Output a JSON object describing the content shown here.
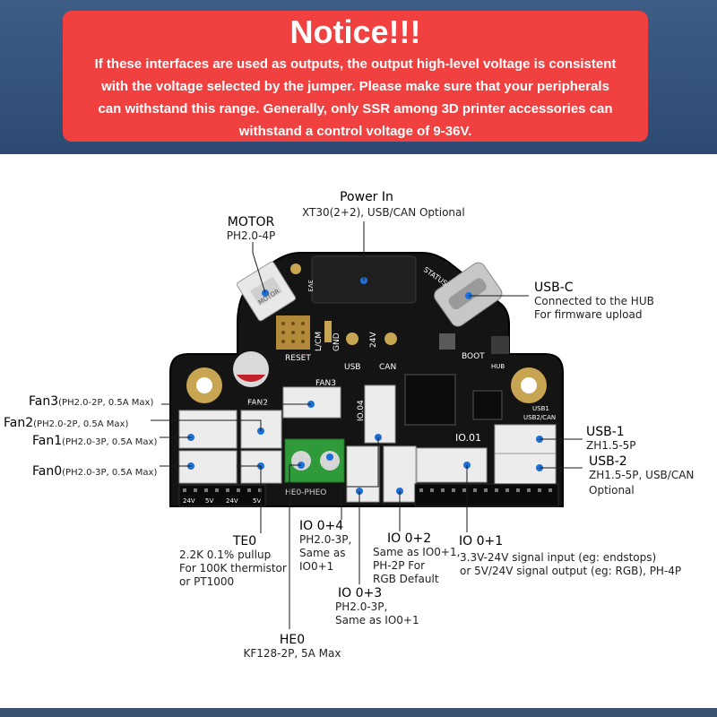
{
  "notice": {
    "title": "Notice!!!",
    "lines": [
      "If these interfaces are used as outputs, the output high-level voltage is consistent",
      "with the voltage selected by the jumper. Please make sure that your peripherals",
      "can withstand this range. Generally, only SSR among 3D printer accessories can",
      "withstand a control voltage of 9-36V."
    ]
  },
  "colors": {
    "notice_bg": "#f04040",
    "band": "#3d5d86",
    "board": "#141414",
    "pin": "#1d6fd6"
  },
  "labels": {
    "power_in": {
      "title": "Power In",
      "desc": "XT30(2+2), USB/CAN Optional"
    },
    "motor": {
      "title": "MOTOR",
      "desc": "PH2.0-4P"
    },
    "usbc": {
      "title": "USB-C",
      "desc1": "Connected to the HUB",
      "desc2": "For firmware upload"
    },
    "fan3": {
      "title": "Fan3",
      "desc": "(PH2.0-2P, 0.5A Max)"
    },
    "fan2": {
      "title": "Fan2",
      "desc": "(PH2.0-2P, 0.5A Max)"
    },
    "fan1": {
      "title": "Fan1",
      "desc": "(PH2.0-3P, 0.5A Max)"
    },
    "fan0": {
      "title": "Fan0",
      "desc": "(PH2.0-3P, 0.5A Max)"
    },
    "usb1": {
      "title": "USB-1",
      "desc": "ZH1.5-5P"
    },
    "usb2": {
      "title": "USB-2",
      "desc1": "ZH1.5-5P, USB/CAN",
      "desc2": "Optional"
    },
    "te0": {
      "title": "TE0",
      "desc1": "2.2K 0.1% pullup",
      "desc2": "For 100K thermistor",
      "desc3": "or PT1000"
    },
    "io4": {
      "title": "IO 0+4",
      "desc1": "PH2.0-3P,",
      "desc2": "Same as",
      "desc3": "IO0+1"
    },
    "io2": {
      "title": "IO 0+2",
      "desc1": "Same as IO0+1,",
      "desc2": "PH-2P For",
      "desc3": "RGB Default"
    },
    "io1": {
      "title": "IO 0+1",
      "desc1": "3.3V-24V signal input (eg: endstops)",
      "desc2": "or 5V/24V signal output (eg: RGB), PH-4P"
    },
    "io3": {
      "title": "IO 0+3",
      "desc1": "PH2.0-3P,",
      "desc2": "Same as IO0+1"
    },
    "he0": {
      "title": "HE0",
      "desc": "KF128-2P, 5A Max"
    }
  },
  "silkscreen": {
    "fan2": "FAN2",
    "fan3": "FAN3",
    "reset": "RESET",
    "usb": "USB",
    "can": "CAN",
    "gnd": "GND",
    "v24": "24V",
    "lcm": "L/CM",
    "boot": "BOOT",
    "hub": "HUB",
    "io01": "IO.01",
    "io04": "IO.04",
    "usb1": "USB1",
    "usb2can": "USB2/CAN",
    "status": "STATUS",
    "v33": "3V3",
    "motor": "MOTOR",
    "he0": "HE0-PHEO",
    "v24a": "24V",
    "v5a": "5V",
    "v24b": "24V",
    "v5b": "5V"
  }
}
